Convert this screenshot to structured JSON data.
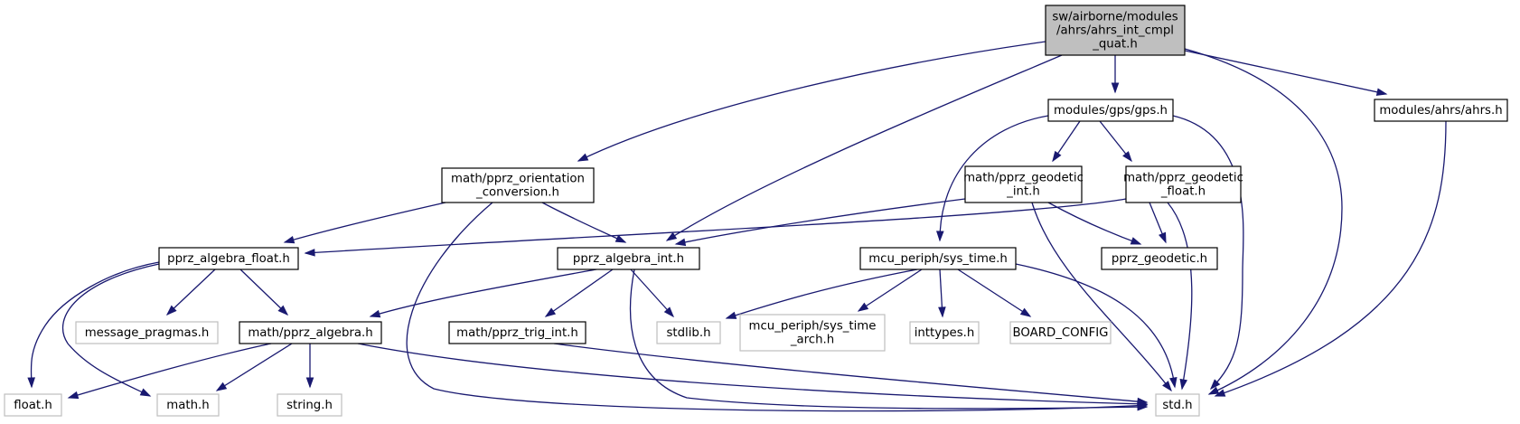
{
  "graph": {
    "title": "Include dependency graph for ahrs_int_cmpl_quat.h",
    "edge_color": "#191970",
    "root_fill": "#bfbfbf",
    "ghost_border": "#bfbfbf",
    "nodes": [
      {
        "id": "root",
        "lines": [
          "sw/airborne/modules",
          "/ahrs/ahrs_int_cmpl",
          "_quat.h"
        ],
        "style": "root"
      },
      {
        "id": "orientation",
        "lines": [
          "math/pprz_orientation",
          "_conversion.h"
        ],
        "style": "solid"
      },
      {
        "id": "gps",
        "lines": [
          "modules/gps/gps.h"
        ],
        "style": "solid"
      },
      {
        "id": "ahrs",
        "lines": [
          "modules/ahrs/ahrs.h"
        ],
        "style": "solid"
      },
      {
        "id": "geo_int",
        "lines": [
          "math/pprz_geodetic",
          "_int.h"
        ],
        "style": "solid"
      },
      {
        "id": "geo_float",
        "lines": [
          "math/pprz_geodetic",
          "_float.h"
        ],
        "style": "solid"
      },
      {
        "id": "alg_float",
        "lines": [
          "pprz_algebra_float.h"
        ],
        "style": "solid"
      },
      {
        "id": "alg_int",
        "lines": [
          "pprz_algebra_int.h"
        ],
        "style": "solid"
      },
      {
        "id": "sys_time",
        "lines": [
          "mcu_periph/sys_time.h"
        ],
        "style": "solid"
      },
      {
        "id": "geodetic",
        "lines": [
          "pprz_geodetic.h"
        ],
        "style": "solid"
      },
      {
        "id": "msg_pragmas",
        "lines": [
          "message_pragmas.h"
        ],
        "style": "ghost"
      },
      {
        "id": "algebra",
        "lines": [
          "math/pprz_algebra.h"
        ],
        "style": "solid"
      },
      {
        "id": "trig_int",
        "lines": [
          "math/pprz_trig_int.h"
        ],
        "style": "solid"
      },
      {
        "id": "stdlib",
        "lines": [
          "stdlib.h"
        ],
        "style": "ghost"
      },
      {
        "id": "sys_time_arch",
        "lines": [
          "mcu_periph/sys_time",
          "_arch.h"
        ],
        "style": "ghost"
      },
      {
        "id": "inttypes",
        "lines": [
          "inttypes.h"
        ],
        "style": "ghost"
      },
      {
        "id": "board_config",
        "lines": [
          "BOARD_CONFIG"
        ],
        "style": "ghost"
      },
      {
        "id": "float_h",
        "lines": [
          "float.h"
        ],
        "style": "ghost"
      },
      {
        "id": "math_h",
        "lines": [
          "math.h"
        ],
        "style": "ghost"
      },
      {
        "id": "string_h",
        "lines": [
          "string.h"
        ],
        "style": "ghost"
      },
      {
        "id": "std_h",
        "lines": [
          "std.h"
        ],
        "style": "ghost"
      }
    ],
    "edges": [
      [
        "root",
        "orientation"
      ],
      [
        "root",
        "alg_int"
      ],
      [
        "root",
        "gps"
      ],
      [
        "root",
        "std_h"
      ],
      [
        "root",
        "ahrs"
      ],
      [
        "orientation",
        "alg_float"
      ],
      [
        "orientation",
        "alg_int"
      ],
      [
        "orientation",
        "std_h"
      ],
      [
        "gps",
        "sys_time"
      ],
      [
        "gps",
        "geo_int"
      ],
      [
        "gps",
        "geo_float"
      ],
      [
        "gps",
        "std_h"
      ],
      [
        "ahrs",
        "std_h"
      ],
      [
        "geo_int",
        "alg_int"
      ],
      [
        "geo_int",
        "geodetic"
      ],
      [
        "geo_int",
        "std_h"
      ],
      [
        "geo_float",
        "alg_float"
      ],
      [
        "geo_float",
        "geodetic"
      ],
      [
        "geo_float",
        "std_h"
      ],
      [
        "alg_float",
        "float_h"
      ],
      [
        "alg_float",
        "math_h"
      ],
      [
        "alg_float",
        "msg_pragmas"
      ],
      [
        "alg_float",
        "algebra"
      ],
      [
        "alg_int",
        "algebra"
      ],
      [
        "alg_int",
        "trig_int"
      ],
      [
        "alg_int",
        "stdlib"
      ],
      [
        "alg_int",
        "std_h"
      ],
      [
        "sys_time",
        "stdlib"
      ],
      [
        "sys_time",
        "sys_time_arch"
      ],
      [
        "sys_time",
        "inttypes"
      ],
      [
        "sys_time",
        "board_config"
      ],
      [
        "sys_time",
        "std_h"
      ],
      [
        "algebra",
        "float_h"
      ],
      [
        "algebra",
        "math_h"
      ],
      [
        "algebra",
        "string_h"
      ],
      [
        "algebra",
        "std_h"
      ],
      [
        "trig_int",
        "std_h"
      ]
    ]
  }
}
